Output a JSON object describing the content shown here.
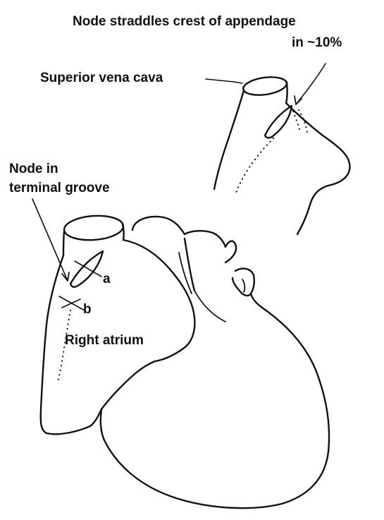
{
  "labels": {
    "node_straddles_line1": "Node straddles crest of appendage",
    "node_straddles_line2": "in ~10%",
    "superior_vena_cava": "Superior vena cava",
    "node_in_groove_line1": "Node in",
    "node_in_groove_line2": "terminal groove",
    "right_atrium": "Right atrium",
    "marker_a": "a",
    "marker_b": "b"
  }
}
